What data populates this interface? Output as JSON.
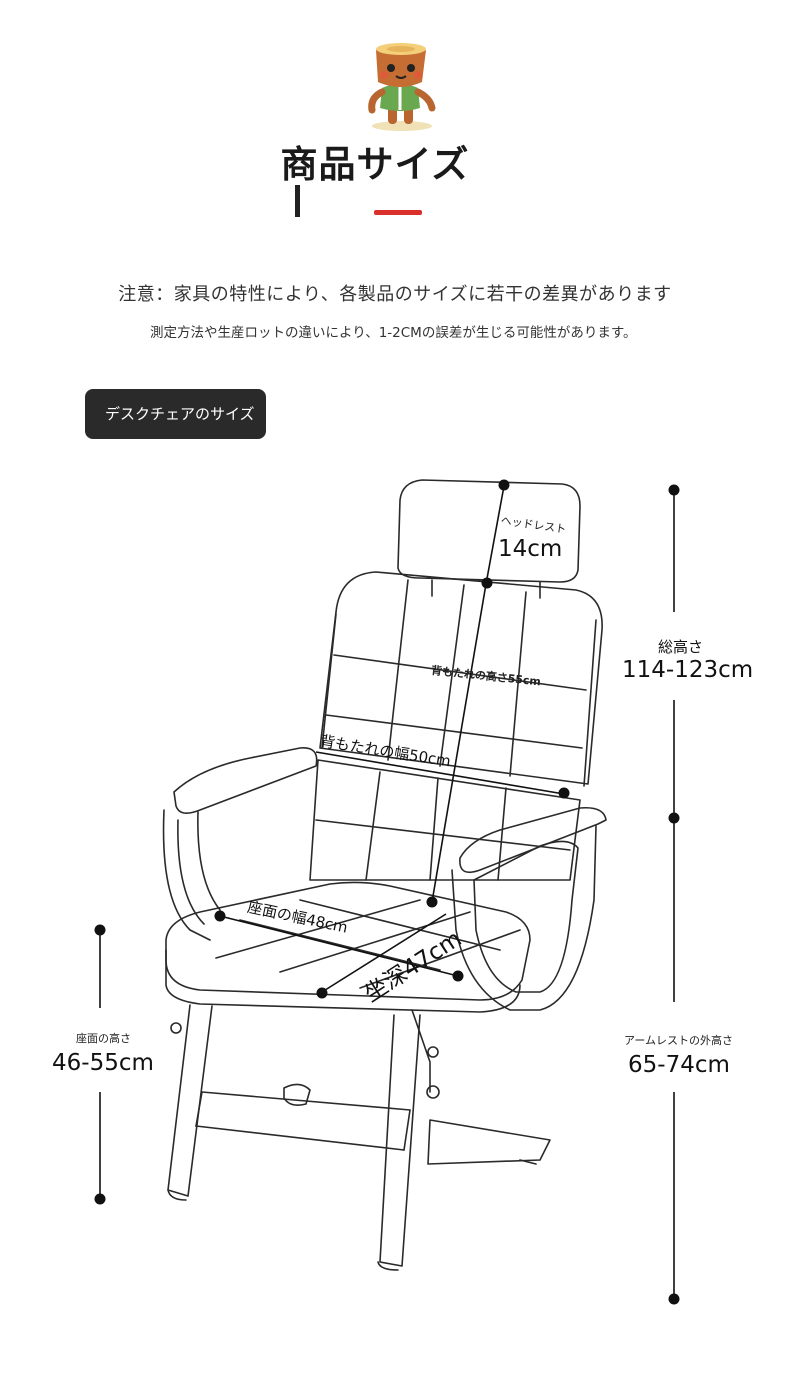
{
  "header": {
    "title": "商品サイズ",
    "accent_color": "#d9302c"
  },
  "notes": {
    "line1": "注意：家具の特性により、各製品のサイズに若干の差異があります",
    "line2": "測定方法や生産ロットの違いにより、1-2CMの誤差が生じる可能性があります。"
  },
  "section": {
    "tag": "デスクチェアのサイズ"
  },
  "dimensions": {
    "headrest_label": "ヘッドレスト",
    "headrest_value": "14cm",
    "total_height_label": "総高さ",
    "total_height_value": "114-123cm",
    "back_height": "背もたれの高さ55cm",
    "back_width": "背もたれの幅50cm",
    "seat_width": "座面の幅48cm",
    "seat_depth": "坐深47cm",
    "seat_height_label": "座面の高さ",
    "seat_height_value": "46-55cm",
    "armrest_height_label": "アームレストの外高さ",
    "armrest_height_value": "65-74cm"
  },
  "icons": {
    "mascot": "tree-stump-mascot-icon",
    "chair": "office-chair-line-drawing"
  }
}
